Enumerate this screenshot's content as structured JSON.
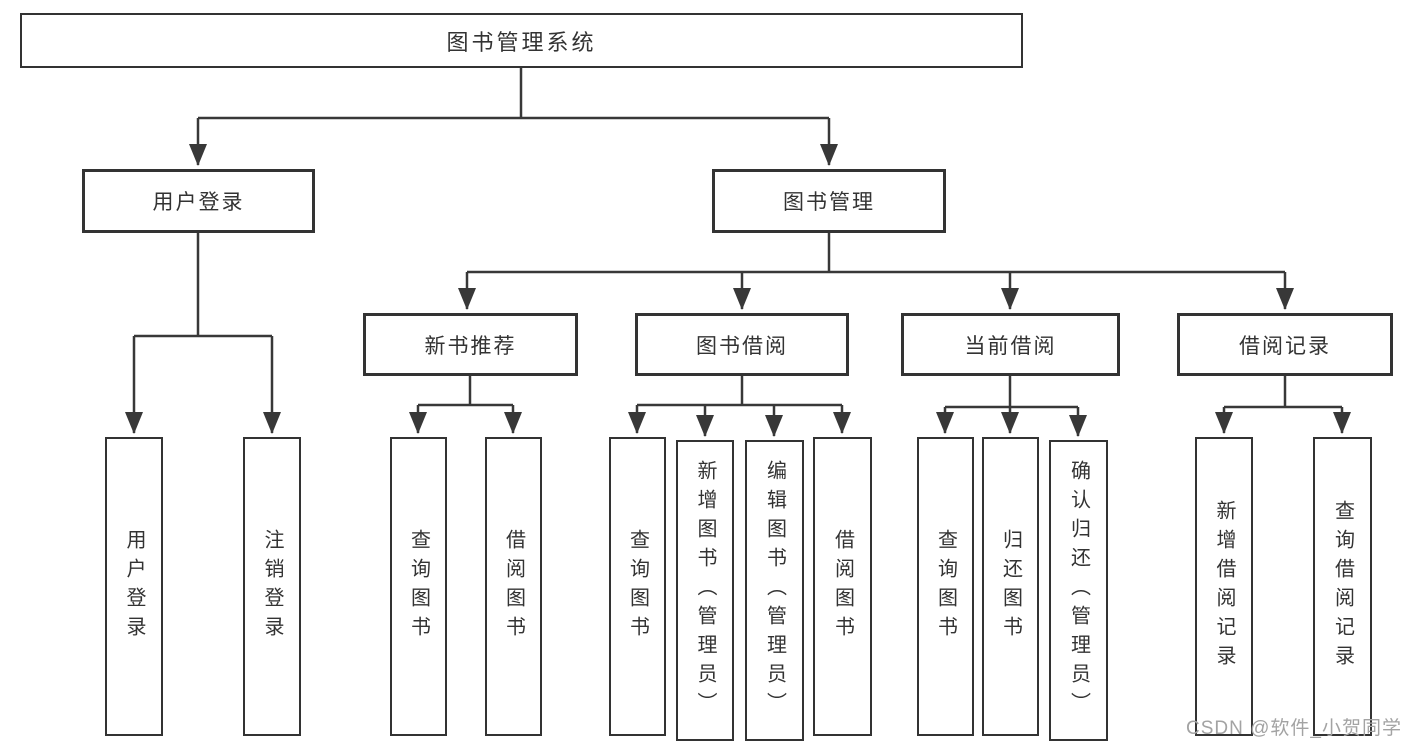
{
  "nodes": {
    "root": {
      "label": "图书管理系统"
    },
    "user_login": {
      "label": "用户登录"
    },
    "book_mgmt": {
      "label": "图书管理"
    },
    "new_book_rec": {
      "label": "新书推荐"
    },
    "book_borrow": {
      "label": "图书借阅"
    },
    "current_borrow": {
      "label": "当前借阅"
    },
    "borrow_record": {
      "label": "借阅记录"
    },
    "login_leaf": {
      "label": "用户登录"
    },
    "logout_leaf": {
      "label": "注销登录"
    },
    "rec_query": {
      "label": "查询图书"
    },
    "rec_borrow": {
      "label": "借阅图书"
    },
    "bb_query": {
      "label": "查询图书"
    },
    "bb_add": {
      "label": "新增图书（管理员）"
    },
    "bb_edit": {
      "label": "编辑图书（管理员）"
    },
    "bb_borrow": {
      "label": "借阅图书"
    },
    "cb_query": {
      "label": "查询图书"
    },
    "cb_return": {
      "label": "归还图书"
    },
    "cb_confirm": {
      "label": "确认归还（管理员）"
    },
    "br_add": {
      "label": "新增借阅记录"
    },
    "br_query": {
      "label": "查询借阅记录"
    }
  },
  "watermark": {
    "text": "CSDN @软件_小贺同学"
  },
  "colors": {
    "line": "#383838",
    "box_border": "#333333",
    "box_text": "#333333",
    "background": "#ffffff",
    "watermark": "#a3a3a3"
  }
}
